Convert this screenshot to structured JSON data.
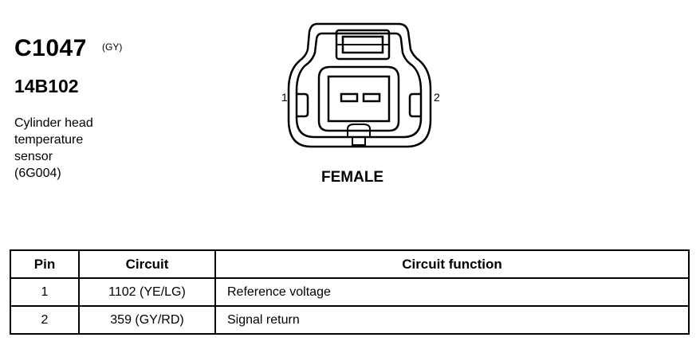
{
  "connector": {
    "id": "C1047",
    "color": "(GY)",
    "part_number": "14B102",
    "description": [
      "Cylinder head",
      "temperature",
      "sensor",
      "(6G004)"
    ]
  },
  "view": {
    "gender": "FEMALE",
    "pin_labels": [
      "1",
      "2"
    ]
  },
  "table": {
    "headers": [
      "Pin",
      "Circuit",
      "Circuit function"
    ],
    "rows": [
      {
        "pin": "1",
        "circuit": "1102 (YE/LG)",
        "function": "Reference voltage"
      },
      {
        "pin": "2",
        "circuit": "359 (GY/RD)",
        "function": "Signal return"
      }
    ]
  }
}
